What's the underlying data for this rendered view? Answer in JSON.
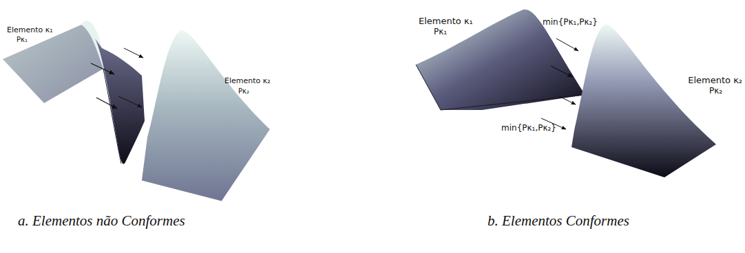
{
  "diagram": {
    "labels": [
      "Elemento κ₁",
      "Pκ₁",
      "Elemento κ₂",
      "Pκ₂",
      "a. Elementos não Conformes",
      "Elemento κ₁",
      "Pκ₁",
      "min{Pκ₁,Pκ₂}",
      "min{Pκ₁,Pκ₂}",
      "Elemento κ₂",
      "Pκ₂",
      "b. Elementos Conformes"
    ]
  }
}
